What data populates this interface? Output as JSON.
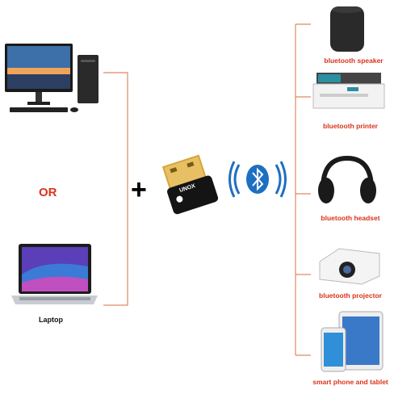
{
  "labels": {
    "or": "OR",
    "laptop": "Laptop",
    "plus": "+",
    "adapter_brand": "UNOX"
  },
  "devices": [
    {
      "label": "bluetooth speaker",
      "icon": "speaker-icon"
    },
    {
      "label": "bluetooth printer",
      "icon": "printer-icon"
    },
    {
      "label": "bluetooth headset",
      "icon": "headset-icon"
    },
    {
      "label": "bluetooth projector",
      "icon": "projector-icon"
    },
    {
      "label": "smart phone and tablet",
      "icon": "phone-tablet-icon"
    }
  ],
  "colors": {
    "accent_red": "#d9341c",
    "bracket_line": "#e0895f",
    "bluetooth_blue": "#1d6fc1",
    "adapter_gold": "#d4a63a"
  }
}
